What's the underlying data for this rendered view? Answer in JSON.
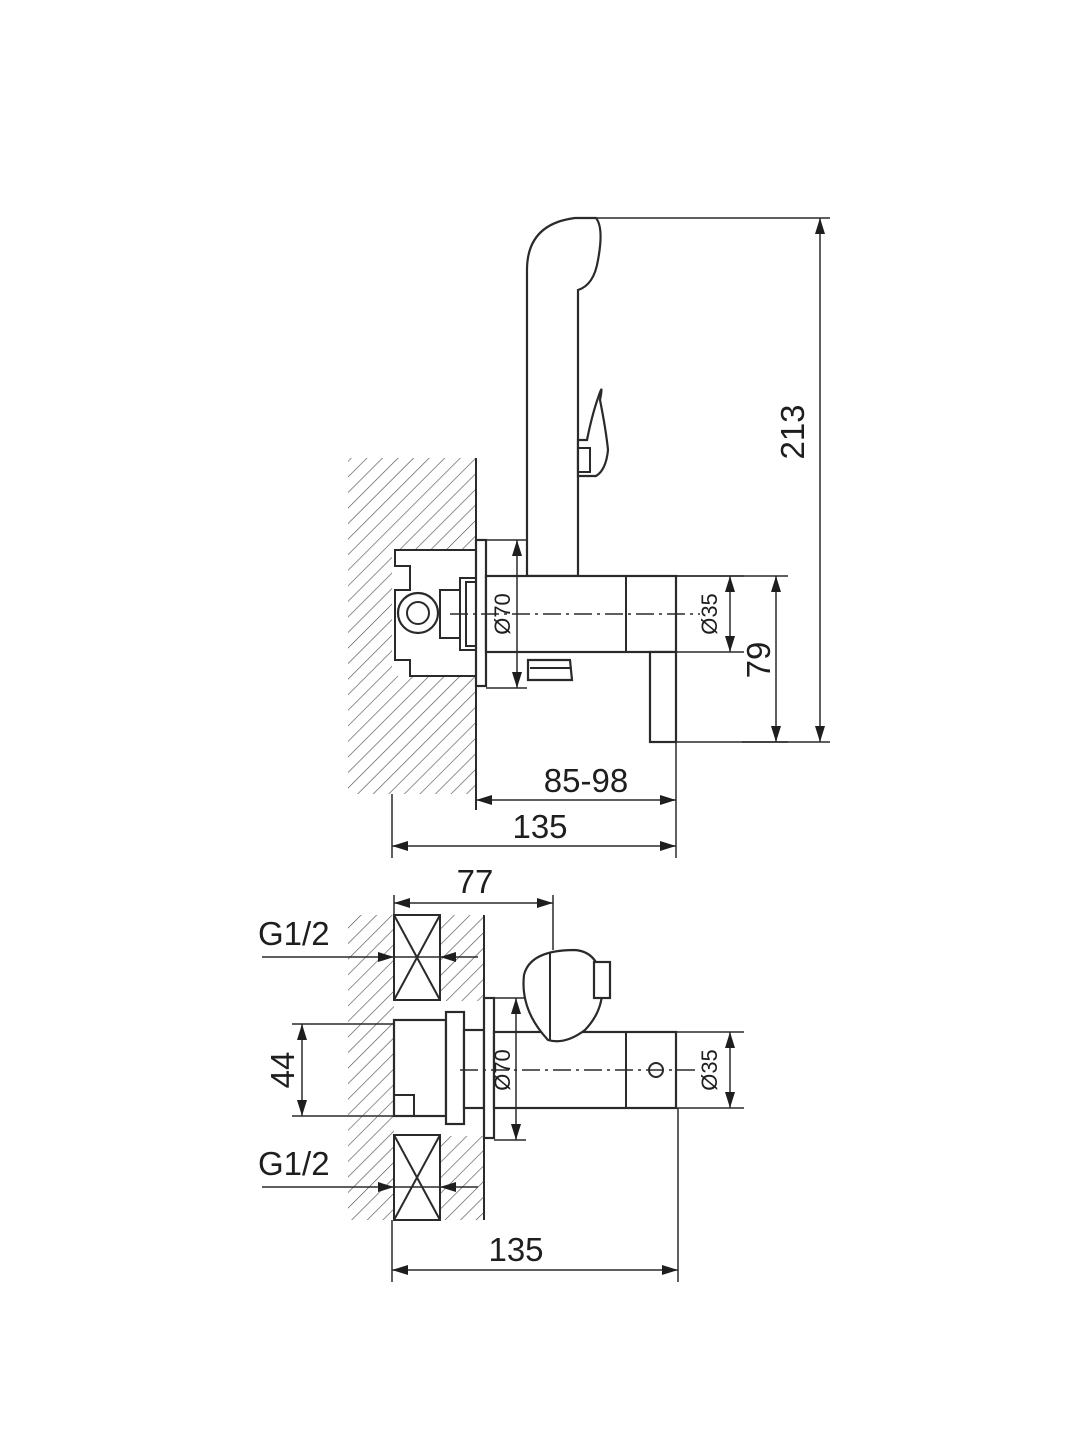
{
  "side_view": {
    "height_label": "213",
    "outlet_diameter_label": "Ø35",
    "body_diameter_label": "Ø70",
    "handle_drop_label": "79",
    "projection_label": "85-98",
    "total_depth_label": "135"
  },
  "top_view": {
    "width_label": "77",
    "thread_top_label": "G1/2",
    "thread_bottom_label": "G1/2",
    "spacing_label": "44",
    "body_diameter_label": "Ø70",
    "outlet_diameter_label": "Ø35",
    "total_depth_label": "135"
  },
  "colors": {
    "line": "#2a2a2a",
    "background": "#ffffff"
  }
}
